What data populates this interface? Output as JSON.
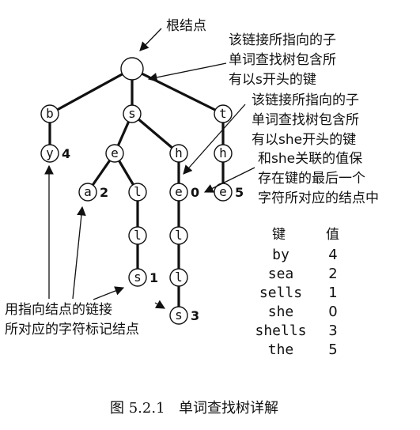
{
  "nodes": [
    {
      "id": "root",
      "char": ""
    },
    {
      "id": "b",
      "char": "b"
    },
    {
      "id": "s",
      "char": "s"
    },
    {
      "id": "t",
      "char": "t"
    },
    {
      "id": "by-y",
      "char": "y",
      "value": "4"
    },
    {
      "id": "se-e",
      "char": "e"
    },
    {
      "id": "sh-h",
      "char": "h"
    },
    {
      "id": "th-h",
      "char": "h"
    },
    {
      "id": "sea-a",
      "char": "a",
      "value": "2"
    },
    {
      "id": "sel-l",
      "char": "l"
    },
    {
      "id": "she-e",
      "char": "e",
      "value": "0"
    },
    {
      "id": "the-e",
      "char": "e",
      "value": "5"
    },
    {
      "id": "sell-l",
      "char": "l"
    },
    {
      "id": "shel-l",
      "char": "l"
    },
    {
      "id": "sells-s",
      "char": "s",
      "value": "1"
    },
    {
      "id": "shell-l",
      "char": "l"
    },
    {
      "id": "shells-s",
      "char": "s",
      "value": "3"
    }
  ],
  "edges": [
    [
      "root",
      "b"
    ],
    [
      "root",
      "s"
    ],
    [
      "root",
      "t"
    ],
    [
      "b",
      "by-y"
    ],
    [
      "s",
      "se-e"
    ],
    [
      "s",
      "sh-h"
    ],
    [
      "t",
      "th-h"
    ],
    [
      "se-e",
      "sea-a"
    ],
    [
      "se-e",
      "sel-l"
    ],
    [
      "sh-h",
      "she-e"
    ],
    [
      "th-h",
      "the-e"
    ],
    [
      "sel-l",
      "sell-l"
    ],
    [
      "she-e",
      "shel-l"
    ],
    [
      "sell-l",
      "sells-s"
    ],
    [
      "shel-l",
      "shell-l"
    ],
    [
      "shell-l",
      "shells-s"
    ]
  ],
  "annotations": {
    "root_label": "根结点",
    "link_s": [
      "该链接所指向的子",
      "单词查找树包含所",
      "有以s开头的键"
    ],
    "link_she": [
      "该链接所指向的子",
      "单词查找树包含所",
      "有以she开头的键"
    ],
    "value_note": [
      "和she关联的值保",
      "存在键的最后一个",
      "字符所对应的结点中"
    ],
    "char_note": [
      "用指向结点的链接",
      "所对应的字符标记结点"
    ]
  },
  "table": {
    "headers": [
      "键",
      "值"
    ],
    "rows": [
      [
        "by",
        "4"
      ],
      [
        "sea",
        "2"
      ],
      [
        "sells",
        "1"
      ],
      [
        "she",
        "0"
      ],
      [
        "shells",
        "3"
      ],
      [
        "the",
        "5"
      ]
    ]
  },
  "caption": {
    "number": "图 5.2.1",
    "title": "单词查找树详解"
  }
}
